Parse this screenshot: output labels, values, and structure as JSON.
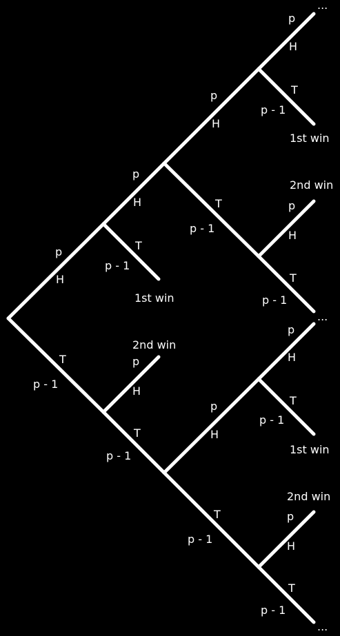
{
  "labels": {
    "heads_edge": "H",
    "tails_edge": "T",
    "heads_prob": "p",
    "tails_prob": "p - 1",
    "first_player_wins": "1st win",
    "second_player_wins": "2nd win",
    "continues": "..."
  },
  "colors": {
    "background": "#000000",
    "lines": "#ffffff",
    "text": "#ffffff"
  }
}
